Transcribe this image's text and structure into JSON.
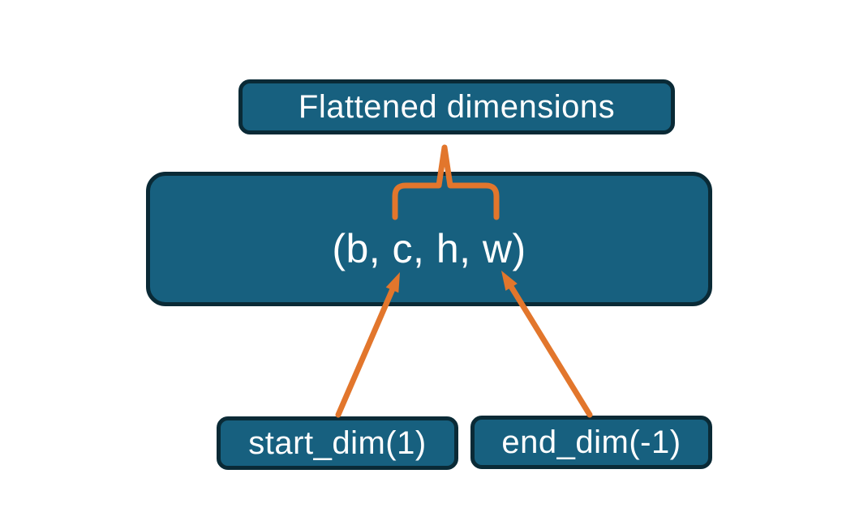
{
  "diagram": {
    "colors": {
      "box_fill": "#17607f",
      "box_border": "#0a2a36",
      "connector_orange": "#e2762c",
      "label_text": "#ffffff",
      "canvas_bg": "#ffffff"
    },
    "nodes": {
      "title": {
        "label": "Flattened dimensions"
      },
      "tensor": {
        "label": "(b, c, h, w)"
      },
      "start_dim": {
        "label": "start_dim(1)"
      },
      "end_dim": {
        "label": "end_dim(-1)"
      }
    },
    "connections": [
      {
        "type": "brace",
        "from": "title",
        "to": "tensor",
        "spans": "c, h, w"
      },
      {
        "type": "arrow",
        "from": "start_dim",
        "to": "tensor",
        "points_at": "c"
      },
      {
        "type": "arrow",
        "from": "end_dim",
        "to": "tensor",
        "points_at": "w"
      }
    ]
  }
}
